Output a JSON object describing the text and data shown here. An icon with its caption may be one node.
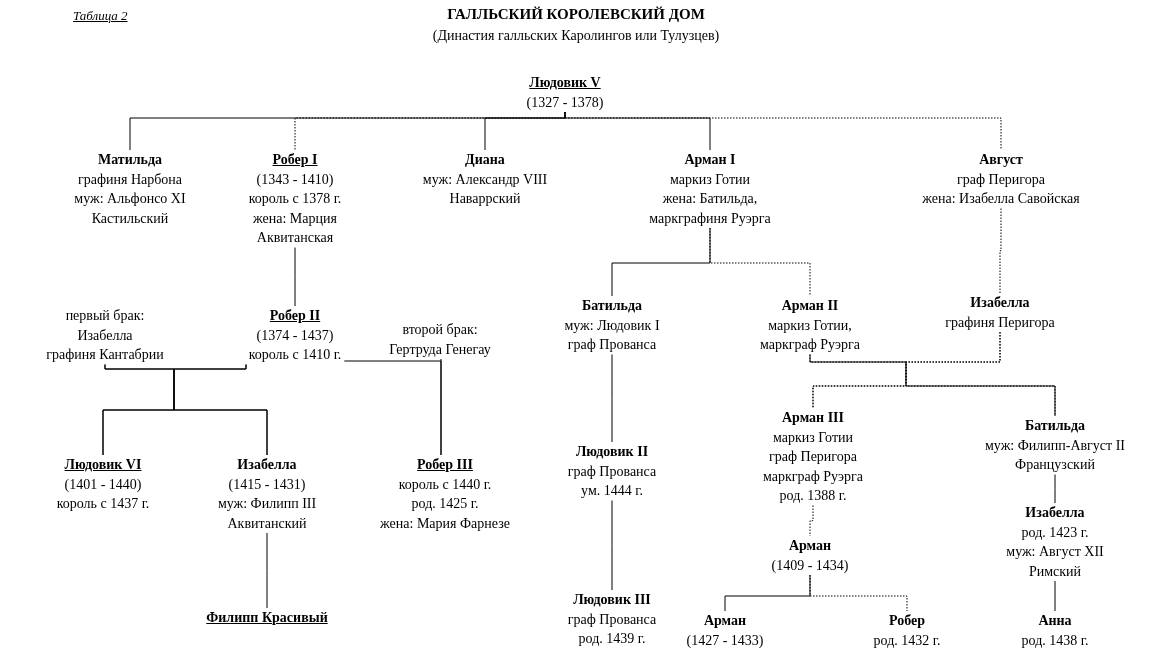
{
  "diagram": {
    "title": "ГАЛЛЬСКИЙ КОРОЛЕВСКИЙ ДОМ",
    "nodes": [
      {
        "text": [
          "Людовик V",
          "(1327 - 1378)"
        ]
      },
      {
        "text": [
          "Матильда",
          "графиня Нарбона",
          "муж: Альфонсо XI Кастильский"
        ]
      },
      {
        "text": [
          "Робер I",
          "(1343 - 1410)",
          "король с 1378 г.",
          "жена: Марция Аквитанская"
        ]
      },
      {
        "text": [
          "Диана",
          "муж: Александр VIII Наваррский"
        ]
      },
      {
        "text": [
          "Арман I",
          "маркиз Готии",
          "жена: Батильда, маркграфиня Руэрга"
        ]
      },
      {
        "text": [
          "Август",
          "граф Перигора",
          "жена: Изабелла Савойская"
        ]
      },
      {
        "text": [
          "первый брак:",
          "Изабелла",
          "графиня Кантабрии"
        ]
      },
      {
        "text": [
          "Робер II",
          "(1374 - 1437)",
          "король с 1410 г."
        ]
      },
      {
        "text": [
          "второй брак:",
          "Гертруда Генегау"
        ]
      },
      {
        "text": [
          "Батильда",
          "муж: Людовик I",
          "граф Прованса"
        ]
      },
      {
        "text": [
          "Арман II",
          "маркиз Готии,",
          "маркграф Руэрга"
        ]
      },
      {
        "text": [
          "Изабелла",
          "графиня Перигора"
        ]
      },
      {
        "text": [
          "Людовик VI",
          "(1401 - 1440)",
          "король с 1437 г."
        ]
      },
      {
        "text": [
          "Изабелла",
          "(1415 - 1431)",
          "муж: Филипп III Аквитанский"
        ]
      },
      {
        "text": [
          "Робер III",
          "король с 1440 г.",
          "род. 1425 г.",
          "жена: Мария Фарнезе"
        ]
      },
      {
        "text": [
          "Людовик II",
          "граф Прованса",
          "ум. 1444 г."
        ]
      },
      {
        "text": [
          "Арман III",
          "маркиз Готии",
          "граф Перигора",
          "маркграф Руэрга",
          "род. 1388 г."
        ]
      },
      {
        "text": [
          "Батильда",
          "муж: Филипп-Август II Французский"
        ]
      },
      {
        "text": [
          "Филипп Красивый"
        ]
      },
      {
        "text": [
          "Арман",
          "(1409 - 1434)"
        ]
      },
      {
        "text": [
          "Изабелла",
          "род. 1423 г.",
          "муж: Август XII Римский"
        ]
      },
      {
        "text": [
          "Людовик III",
          "граф Прованса",
          "род. 1439 г."
        ]
      },
      {
        "text": [
          "Арман",
          "(1427 - 1433)"
        ]
      },
      {
        "text": [
          "Робер",
          "род. 1432 г."
        ]
      },
      {
        "text": [
          "Анна",
          "род. 1438 г."
        ]
      }
    ],
    "edges": [
      {
        "from": 0,
        "to": 1,
        "arrow": "none"
      },
      {
        "from": 0,
        "to": 2,
        "arrow": "none",
        "style": "dashed"
      },
      {
        "from": 0,
        "to": 3,
        "arrow": "none"
      },
      {
        "from": 0,
        "to": 4,
        "arrow": "none"
      },
      {
        "from": 0,
        "to": 5,
        "arrow": "none",
        "style": "dashed"
      },
      {
        "from": 2,
        "to": 7,
        "arrow": "none"
      },
      {
        "from": 4,
        "to": 9,
        "arrow": "none"
      },
      {
        "from": 4,
        "to": 10,
        "arrow": "none",
        "style": "dashed"
      },
      {
        "from": 5,
        "to": 11,
        "arrow": "none",
        "style": "dashed"
      },
      {
        "from": 7,
        "to": 12,
        "arrow": "none"
      },
      {
        "from": 7,
        "to": 13,
        "arrow": "none"
      },
      {
        "from": 6,
        "to": 12,
        "arrow": "none"
      },
      {
        "from": 6,
        "to": 13,
        "arrow": "none"
      },
      {
        "from": 7,
        "to": 14,
        "arrow": "none"
      },
      {
        "from": 8,
        "to": 14,
        "arrow": "none"
      },
      {
        "from": 13,
        "to": 18,
        "arrow": "none"
      },
      {
        "from": 9,
        "to": 15,
        "arrow": "none"
      },
      {
        "from": 15,
        "to": 21,
        "arrow": "none"
      },
      {
        "from": 10,
        "to": 16,
        "arrow": "none",
        "style": "dashed"
      },
      {
        "from": 11,
        "to": 16,
        "arrow": "none",
        "style": "dashed"
      },
      {
        "from": 10,
        "to": 17,
        "arrow": "none"
      },
      {
        "from": 11,
        "to": 17,
        "arrow": "none",
        "style": "dashed"
      },
      {
        "from": 16,
        "to": 19,
        "arrow": "none",
        "style": "dashed"
      },
      {
        "from": 19,
        "to": 22,
        "arrow": "none"
      },
      {
        "from": 19,
        "to": 23,
        "arrow": "none",
        "style": "dashed"
      },
      {
        "from": 17,
        "to": 20,
        "arrow": "none"
      },
      {
        "from": 20,
        "to": 24,
        "arrow": "none"
      }
    ],
    "labels": [
      "Таблица 2",
      "(Династия галльских Каролингов или Тулузцев)"
    ]
  }
}
